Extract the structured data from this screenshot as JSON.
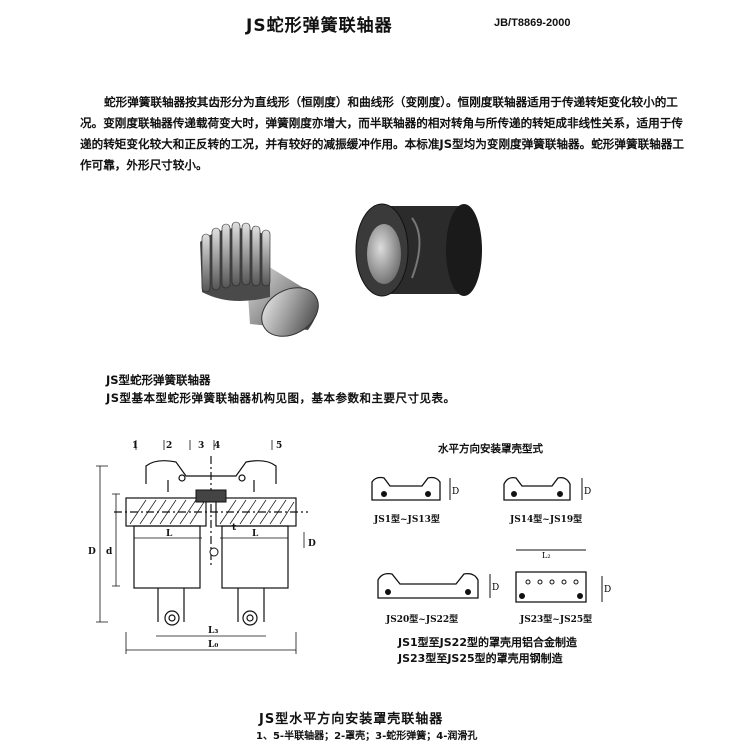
{
  "header": {
    "title": "JS蛇形弹簧联轴器",
    "standard": "JB/T8869-2000"
  },
  "intro": "蛇形弹簧联轴器按其齿形分为直线形（恒刚度）和曲线形（变刚度）。恒刚度联轴器适用于传递转矩变化较小的工况。变刚度联轴器传递载荷变大时，弹簧刚度亦增大，而半联轴器的相对转角与所传递的转矩成非线性关系，适用于传递的转矩变化较大和正反转的工况，并有较好的减振缓冲作用。本标准JS型均为变刚度弹簧联轴器。蛇形弹簧联轴器工作可靠，外形尺寸较小。",
  "captions": {
    "line1": "JS型蛇形弹簧联轴器",
    "line2": "JS型基本型蛇形弹簧联轴器机构见图，基本参数和主要尺寸见表。"
  },
  "drawing": {
    "parts": [
      "1",
      "2",
      "3",
      "4",
      "5"
    ],
    "dims": {
      "D": "D",
      "d": "d",
      "L": "L",
      "L3": "L₃",
      "L0": "L₀",
      "t": "t",
      "D2": "D"
    }
  },
  "variants": {
    "title": "水平方向安装罩壳型式",
    "items": [
      {
        "label": "JS1型~JS13型"
      },
      {
        "label": "JS14型~JS19型"
      },
      {
        "label": "JS20型~JS22型"
      },
      {
        "label": "JS23型~JS25型"
      }
    ],
    "dims": {
      "D": "D",
      "L2": "L₂"
    }
  },
  "notes": {
    "line1": "JS1型至JS22型的罩壳用铝合金制造",
    "line2": "JS23型至JS25型的罩壳用钢制造"
  },
  "footer": {
    "title": "JS型水平方向安装罩壳联轴器",
    "legend": "1、5-半联轴器；2-罩壳；3-蛇形弹簧；4-润滑孔"
  }
}
